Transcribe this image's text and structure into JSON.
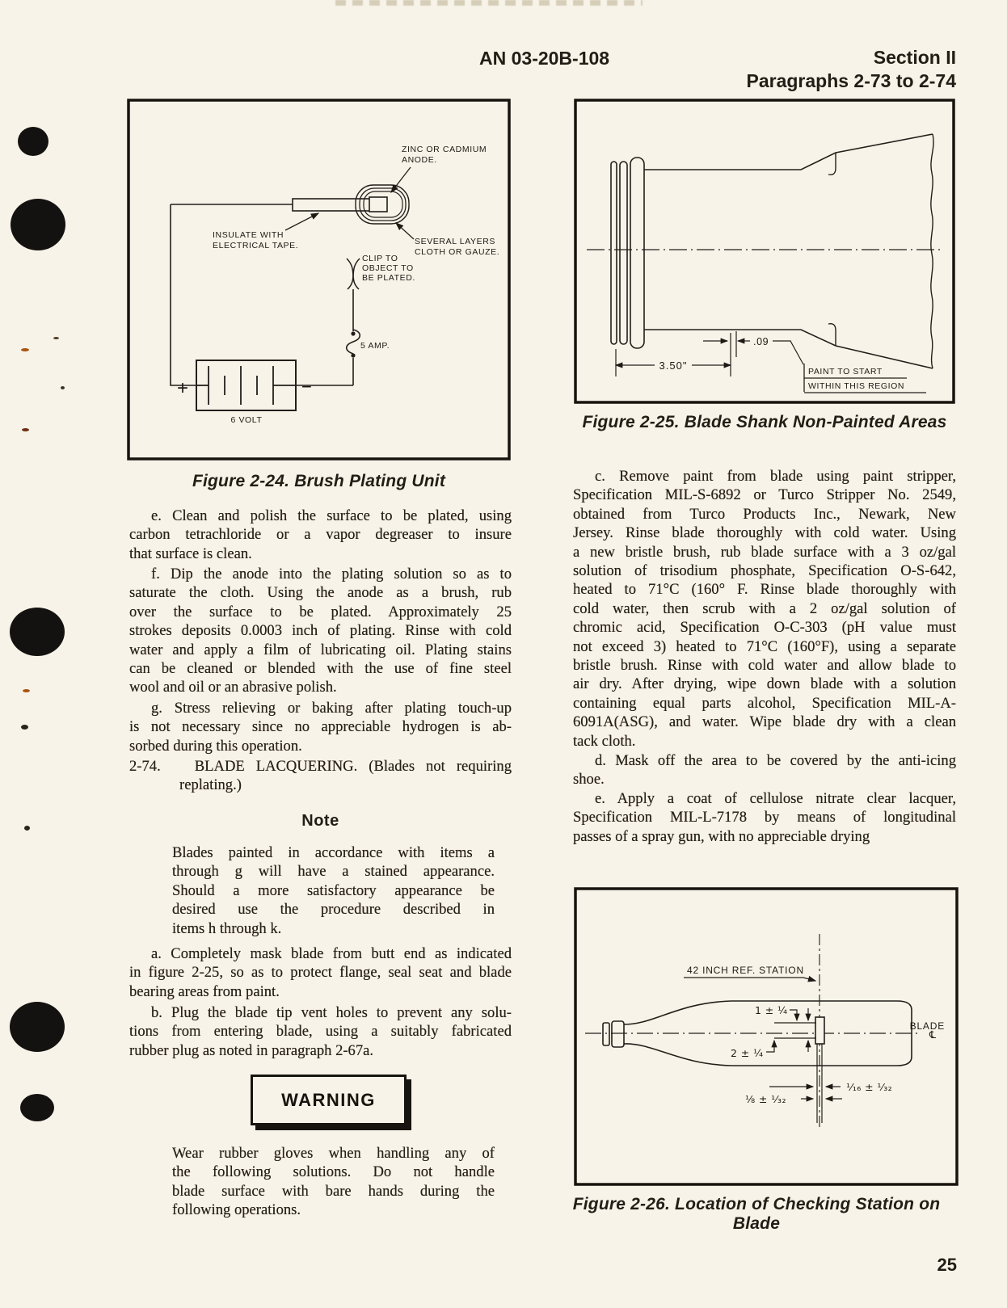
{
  "colors": {
    "paper": "#f8f3e8",
    "ink": "#28211a"
  },
  "header": {
    "doc_number": "AN 03-20B-108",
    "section": "Section II",
    "paragraphs_range": "Paragraphs 2-73 to 2-74",
    "page_number": "25"
  },
  "figure_2_24": {
    "caption": "Figure 2-24. Brush Plating Unit",
    "labels": {
      "zinc1": "ZINC OR CADMIUM",
      "zinc2": "ANODE.",
      "insulate1": "INSULATE WITH",
      "insulate2": "ELECTRICAL TAPE.",
      "layers1": "SEVERAL LAYERS",
      "layers2": "CLOTH OR GAUZE.",
      "clip1": "CLIP TO",
      "clip2": "OBJECT TO",
      "clip3": "BE PLATED.",
      "amp": "5 AMP.",
      "volt": "6 VOLT",
      "plus": "+",
      "minus": "−"
    }
  },
  "figure_2_25": {
    "caption": "Figure 2-25. Blade Shank Non-Painted Areas",
    "labels": {
      "dim_350": "3.50\"",
      "dim_09": ".09",
      "paint1": "PAINT TO START",
      "paint2": "WITHIN THIS REGION"
    }
  },
  "figure_2_26": {
    "caption": "Figure 2-26. Location of Checking Station on Blade",
    "labels": {
      "station": "42 INCH REF. STATION",
      "dim_one": "1 ± ¼",
      "dim_two": "2 ± ¼",
      "dim_sixteenth": "¹⁄₁₆ ± ¹⁄₃₂",
      "dim_eighth": "⅛ ± ¹⁄₃₂",
      "blade": "BLADE",
      "centerline": "℄"
    }
  },
  "left_column": {
    "para_e": {
      "lines": [
        "e. Clean and polish the surface to be plated, using",
        "carbon tetrachloride or a vapor degreaser to insure",
        "that surface is clean."
      ]
    },
    "para_f": {
      "lines": [
        "f. Dip the anode into the plating solution so as to",
        "saturate the cloth.  Using the anode as a brush, rub",
        "over the surface to be plated.  Approximately 25",
        "strokes deposits 0.0003 inch of plating.  Rinse with cold",
        "water and apply a film of lubricating oil.  Plating stains",
        "can be cleaned or blended with the use of fine steel",
        "wool and oil or an abrasive polish."
      ]
    },
    "para_g": {
      "lines": [
        "g. Stress relieving or baking after plating touch-up",
        "is not necessary since no appreciable hydrogen is ab-",
        "sorbed during this operation."
      ]
    },
    "heading_2_74": {
      "lines": [
        "2-74.   BLADE LACQUERING.  (Blades not requiring",
        "replating.)"
      ]
    },
    "note_title": "Note",
    "note": {
      "lines": [
        "Blades painted in accordance with items a",
        "through g will have a stained appearance.",
        "Should a more satisfactory appearance be",
        "desired use the procedure described in",
        "items h through k."
      ]
    },
    "para_a": {
      "lines": [
        "a. Completely mask blade from butt end as indicated",
        "in figure 2-25, so as to protect flange, seal seat and blade",
        "bearing areas from paint."
      ]
    },
    "para_b": {
      "lines": [
        "b. Plug the blade tip vent holes to prevent any solu-",
        "tions from entering blade, using a suitably fabricated",
        "rubber plug as noted in paragraph 2-67a."
      ]
    },
    "warning_title": "WARNING",
    "warning": {
      "lines": [
        "Wear rubber gloves when handling any of",
        "the following solutions.  Do not handle",
        "blade surface with bare hands during the",
        "following operations."
      ]
    }
  },
  "right_column": {
    "para_c": {
      "lines": [
        "c. Remove paint from blade using paint stripper,",
        "Specification MIL-S-6892 or Turco Stripper No. 2549,",
        "obtained from Turco Products Inc., Newark, New",
        "Jersey.  Rinse blade thoroughly with cold water.  Using",
        "a new bristle brush, rub blade surface with a 3 oz/gal",
        "solution of trisodium phosphate, Specification O-S-642,",
        "heated to 71°C (160° F.  Rinse blade thoroughly with",
        "cold water, then scrub with a 2 oz/gal solution of",
        "chromic acid, Specification O-C-303 (pH value must",
        "not exceed 3) heated to 71°C (160°F), using a separate",
        "bristle brush.  Rinse with cold water and allow blade to",
        "air dry.  After drying, wipe down blade with a solution",
        "containing equal parts alcohol, Specification MIL-A-",
        "6091A(ASG), and water.  Wipe blade dry with a clean",
        "tack cloth."
      ]
    },
    "para_d": {
      "lines": [
        "d. Mask off the area to be covered by the anti-icing",
        "shoe."
      ]
    },
    "para_e": {
      "lines": [
        "e. Apply a coat of cellulose nitrate clear lacquer,",
        "Specification MIL-L-7178 by means of longitudinal",
        "passes of a spray gun, with no appreciable drying"
      ]
    }
  }
}
